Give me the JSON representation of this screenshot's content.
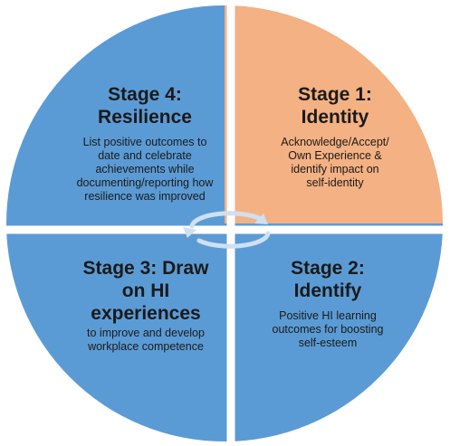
{
  "colors": {
    "blue_quadrant": "#5b9bd5",
    "orange_quadrant": "#f4b183",
    "divider": "#ffffff",
    "cycle_arrows": "#cfe0f1"
  },
  "icons": {
    "center": "circular-arrows-icon"
  },
  "quadrants": [
    {
      "position": "top-left",
      "title_line1": "Stage 4:",
      "title_line2": "Resilience",
      "desc_lines": [
        "List positive outcomes to",
        "date and celebrate",
        "achievements while",
        "documenting/reporting how",
        "resilience was improved"
      ]
    },
    {
      "position": "top-right",
      "title_line1": "Stage 1:",
      "title_line2": "Identity",
      "desc_lines": [
        "Acknowledge/Accept/",
        "Own Experience &",
        "identify impact on",
        "self-identity"
      ]
    },
    {
      "position": "bottom-right",
      "title_line1": "Stage 2:",
      "title_line2": "Identify",
      "desc_lines": [
        "Positive HI learning",
        "outcomes for boosting",
        "self-esteem"
      ]
    },
    {
      "position": "bottom-left",
      "title_line1": "Stage 3: Draw",
      "title_line2": "on HI",
      "title_line3": "experiences",
      "desc_lines": [
        "to improve and develop",
        "workplace competence"
      ]
    }
  ]
}
